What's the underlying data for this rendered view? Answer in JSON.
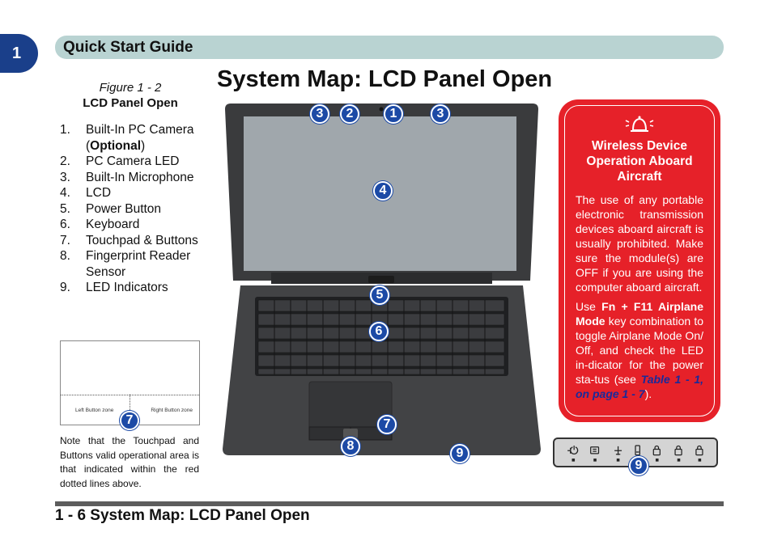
{
  "chapter_number": "1",
  "header": {
    "title": "Quick Start Guide"
  },
  "page_title": "System Map: LCD Panel Open",
  "figure": {
    "number": "Figure 1 - 2",
    "name": "LCD Panel Open"
  },
  "parts": [
    {
      "num": "1.",
      "pre": "Built-In PC Camera (",
      "bold": "Optional",
      "post": ")"
    },
    {
      "num": "2.",
      "pre": "PC Camera LED",
      "bold": "",
      "post": ""
    },
    {
      "num": "3.",
      "pre": "Built-In Microphone",
      "bold": "",
      "post": ""
    },
    {
      "num": "4.",
      "pre": "LCD",
      "bold": "",
      "post": ""
    },
    {
      "num": "5.",
      "pre": "Power Button",
      "bold": "",
      "post": ""
    },
    {
      "num": "6.",
      "pre": "Keyboard",
      "bold": "",
      "post": ""
    },
    {
      "num": "7.",
      "pre": "Touchpad & Buttons",
      "bold": "",
      "post": ""
    },
    {
      "num": "8.",
      "pre": "Fingerprint Reader Sensor",
      "bold": "",
      "post": ""
    },
    {
      "num": "9.",
      "pre": "LED Indicators",
      "bold": "",
      "post": ""
    }
  ],
  "touchpad_diagram": {
    "left_zone": "Left Button zone",
    "right_zone": "Right Button zone",
    "badge": "7"
  },
  "note": "Note that the Touchpad and Buttons valid operational area is that indicated within the red dotted lines above.",
  "callouts": {
    "b1": "1",
    "b2": "2",
    "b3a": "3",
    "b3b": "3",
    "b4": "4",
    "b5": "5",
    "b6": "6",
    "b7": "7",
    "b8": "8",
    "b9": "9",
    "b9led": "9"
  },
  "warning": {
    "title": "Wireless Device Operation Aboard Aircraft",
    "para1": "The use of any portable electronic transmission devices aboard aircraft is usually prohibited. Make sure the module(s) are OFF if you are using the computer aboard aircraft.",
    "para2_a": "Use ",
    "para2_key": "Fn + F11 Airplane Mode",
    "para2_b": " key combination to toggle Airplane Mode On/ Off, and check the LED in-dicator for the power sta-tus (see ",
    "para2_ref": "Table 1 - 1, on page 1 - 7",
    "para2_c": ")."
  },
  "footer": {
    "text": "1 - 6 System Map: LCD Panel Open"
  },
  "colors": {
    "chapter_tab": "#1a3f8a",
    "header_bar": "#b9d3d2",
    "badge": "#1c4aa6",
    "warning_red": "#e62129",
    "reference_blue": "#1a2a9a"
  },
  "icons": [
    "airplane-warning-icon",
    "led-power-icon",
    "led-battery-icon",
    "led-airplane-icon",
    "led-storage-icon",
    "led-num-lock-icon",
    "led-caps-lock-icon",
    "led-scroll-lock-icon"
  ]
}
